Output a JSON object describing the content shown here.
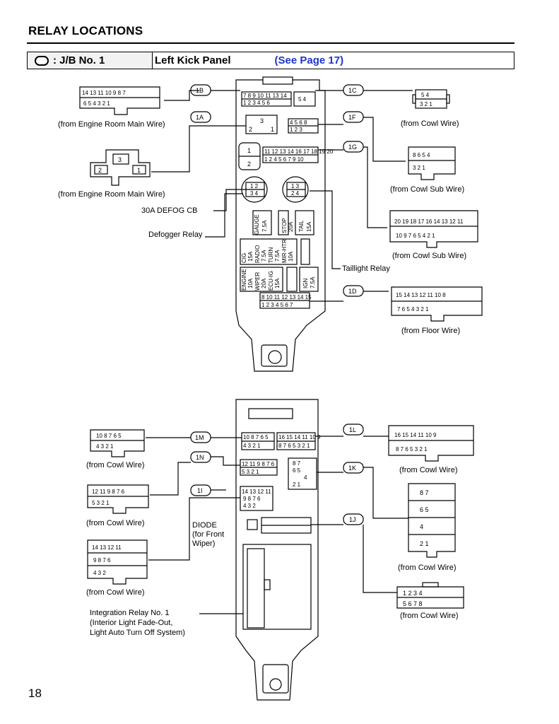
{
  "header": {
    "title": "RELAY LOCATIONS",
    "jb_label": ": J/B No. 1",
    "location": "Left Kick Panel",
    "link": "(See Page 17)"
  },
  "page_number": "18",
  "colors": {
    "link": "#1f35c9",
    "line": "#000000",
    "header_fill": "#f2f2f2"
  },
  "connector_codes": [
    "1B",
    "1A",
    "1C",
    "1F",
    "1G",
    "1D",
    "1M",
    "1N",
    "1I",
    "1L",
    "1K",
    "1J"
  ],
  "captions": {
    "engine_room_main_1": "(from Engine Room Main Wire)",
    "engine_room_main_2": "(from Engine Room Main Wire)",
    "cowl_1c": "(from Cowl Wire)",
    "cowl_sub_1g": "(from Cowl Sub Wire)",
    "cowl_sub_1f": "(from Cowl Sub Wire)",
    "floor_1d": "(from Floor Wire)",
    "defog_cb": "30A DEFOG CB",
    "defogger_relay": "Defogger Relay",
    "taillight_relay": "Taillight Relay",
    "cowl_1m": "(from Cowl Wire)",
    "cowl_1n": "(from Cowl Wire)",
    "cowl_1i": "(from Cowl Wire)",
    "cowl_1l": "(from Cowl Wire)",
    "cowl_1k": "(from Cowl Wire)",
    "cowl_1j": "(from Cowl Wire)",
    "diode_1": "DIODE",
    "diode_2": "(for Front",
    "diode_3": "Wiper)",
    "integration_1": "Integration Relay No. 1",
    "integration_2": "(Interior Light Fade-Out,",
    "integration_3": "Light Auto Turn Off System)"
  },
  "fuses": {
    "gauge": "GAUGE",
    "gauge_a": "7.5A",
    "stop": "STOP",
    "stop_a": "20A",
    "tail": "TAIL",
    "tail_a": "15A",
    "cig": "CIG",
    "cig_a": "15A",
    "radio": "RADIO",
    "radio_a": "7.5A",
    "turn": "TURN",
    "turn_a": "7.5A",
    "mirhtr": "MIR-HTR",
    "mirhtr_a": "10A",
    "engine": "ENGINE",
    "engine_a": "10A",
    "wiper": "WIPER",
    "wiper_a": "20A",
    "ecuig": "ECU-IG",
    "ecuig_a": "15A",
    "ign": "IGN",
    "ign_a": "7.5A"
  },
  "pins": {
    "c1B_top": "14 13  11 10 9 8  7",
    "c1B_bot": "6  5 4     3 2  1",
    "c1A_top": "3",
    "c1A_l": "2",
    "c1A_r": "1",
    "c1C_top": "5  4",
    "c1C_bot": "3 2 1",
    "c1F_top": "8   6 5 4",
    "c1F_bot": "3   2 1",
    "c1G_top": "20 19 18 17 16   14 13 12 11",
    "c1G_bot": "10 9  7 6     5 4  2 1",
    "c1D_top": "15 14 13   12   11 10   8",
    "c1D_bot": "7 6 5       4 3 2 1",
    "c1M_top": "10  8 7 6 5",
    "c1M_bot": "4 3    2 1",
    "c1N_top": "12 11  9 8 7 6",
    "c1N_bot": "5       3 2 1",
    "c1I_r1": "14 13   12   11",
    "c1I_r2": "9 8   7   6",
    "c1I_r3": "4 3       2",
    "c1L_top": "16 15 14    11 10 9",
    "c1L_bot": "8 7 6 5     3 2 1",
    "c1K_r1": "8   7",
    "c1K_r2": "6   5",
    "c1K_r3": "4",
    "c1K_r4": "2   1",
    "c1J_top": "1  2  3  4",
    "c1J_bot": "5  6  7  8",
    "jb1_1b_top": "7 8 9 10 11  13 14",
    "jb1_1b_bot": "1 2 3      4 5 6",
    "jb1_1f_top": "4 5 6  8",
    "jb1_1f_bot": "1 2    3",
    "jb1_1g_top": "11 12 13 14  16 17 18 19 20",
    "jb1_1g_bot": "1 2  4 5    6 7  9 10",
    "jb1_1d_top": "8   10 11 12 13 14 15",
    "jb1_1d_bot": "1 2 3 4    5 6 7",
    "relay_l_top": "1  2",
    "relay_l_bot": "3  4",
    "relay_r_top": "1  3",
    "relay_r_bot": "2  4",
    "cb_1": "1",
    "cb_2": "2"
  }
}
